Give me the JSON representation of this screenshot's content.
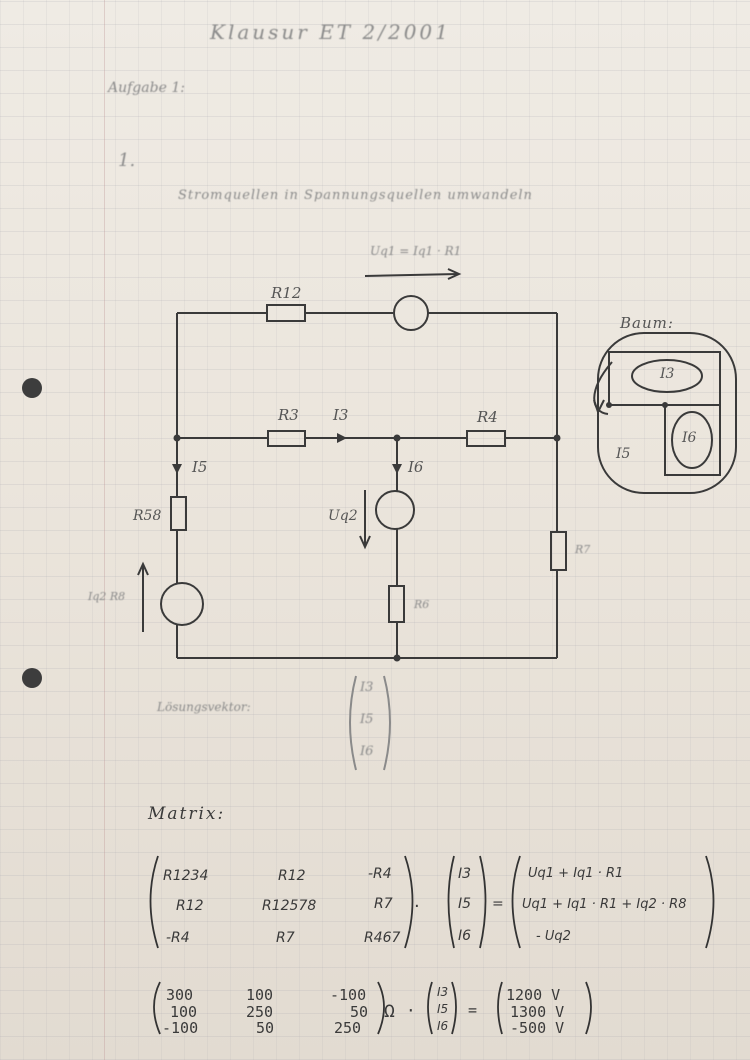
{
  "header": {
    "title": "Klausur ET 2/2001",
    "task": "Aufgabe 1:",
    "subtask": "1.",
    "instruction": "Stromquellen in Spannungsquellen umwandeln",
    "source_eq": "Uq1 = Iq1 · R1"
  },
  "circuit": {
    "r12": "R12",
    "r3": "R3",
    "i3": "I3",
    "r4": "R4",
    "i5": "I5",
    "i6": "I6",
    "r58": "R58",
    "uq2": "Uq2",
    "r7": "R7",
    "r6": "R6",
    "iq2r8": "Iq2 R8"
  },
  "tree": {
    "title": "Baum:",
    "i3": "I3",
    "i6": "I6",
    "i5": "I5"
  },
  "solution": {
    "label": "Lösungsvektor:",
    "vector": [
      "I3",
      "I5",
      "I6"
    ]
  },
  "matrix": {
    "label": "Matrix:",
    "symbolic": [
      [
        "R1234",
        "R12",
        "-R4"
      ],
      [
        "R12",
        "R12578",
        "R7"
      ],
      [
        "-R4",
        "R7",
        "R467"
      ]
    ],
    "currents": [
      "I3",
      "I5",
      "I6"
    ],
    "rhs": [
      "Uq1 + Iq1 · R1",
      "Uq1 + Iq1 · R1 + Iq2 · R8",
      "- Uq2"
    ],
    "numeric": [
      [
        "300",
        "100",
        "-100"
      ],
      [
        "100",
        "250",
        "50"
      ],
      [
        "-100",
        "50",
        "250"
      ]
    ],
    "unit": "Ω",
    "numeric_rhs": [
      "1200 V",
      "1300 V",
      "-500 V"
    ]
  },
  "colors": {
    "ink": "#3a3a3a",
    "paper": "#ebe5dc"
  }
}
